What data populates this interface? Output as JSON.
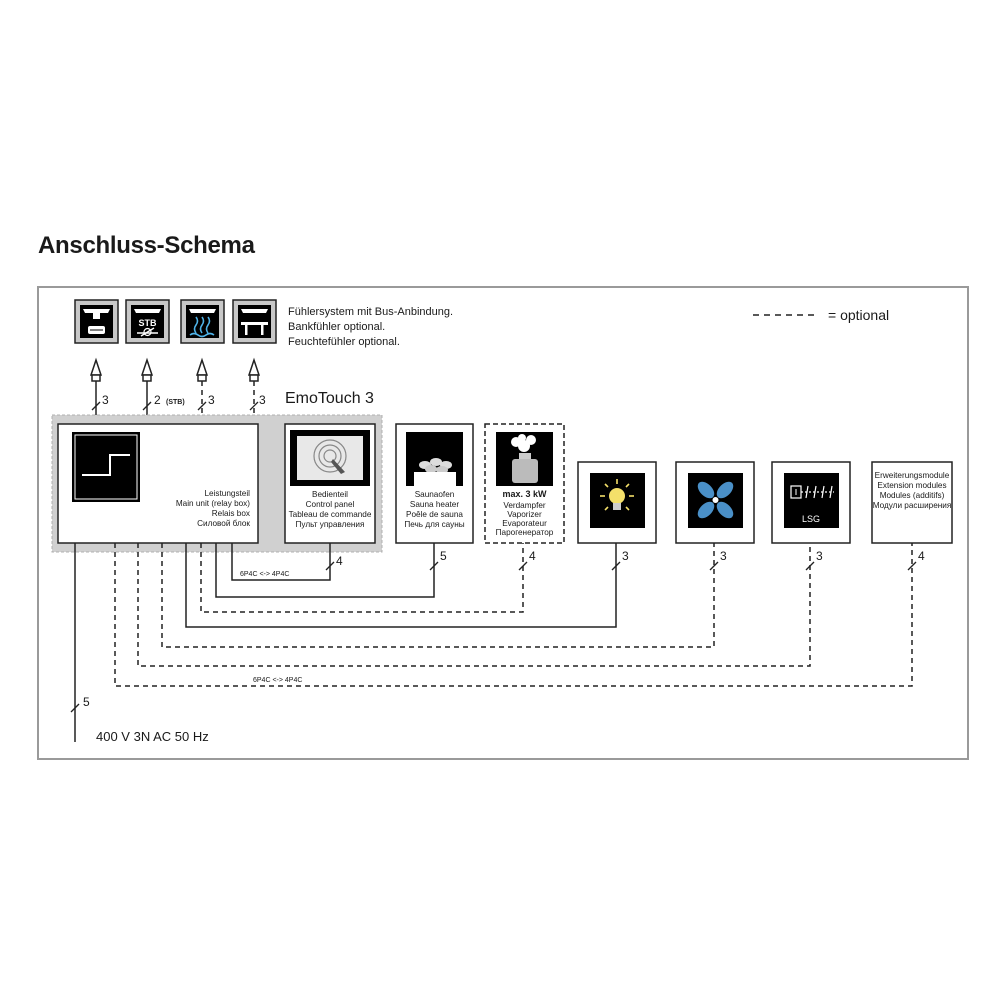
{
  "title": "Anschluss-Schema",
  "sensor_note": [
    "Fühlersystem mit Bus-Anbindung.",
    "Bankfühler optional.",
    "Feuchtefühler optional."
  ],
  "legend": {
    "label": "= optional"
  },
  "sensors": [
    {
      "icon": "temperature-sensor-icon",
      "wire_count": "3",
      "optional": false
    },
    {
      "icon": "stb-sensor-icon",
      "label": "STB",
      "wire_count": "2",
      "wire_note": "(STB)",
      "optional": false
    },
    {
      "icon": "humidity-sensor-icon",
      "wire_count": "3",
      "optional": true
    },
    {
      "icon": "bench-sensor-icon",
      "wire_count": "3",
      "optional": true
    }
  ],
  "emotouch_label": "EmoTouch 3",
  "main_unit": {
    "icon": "relay-box-icon",
    "lines": [
      "Leistungsteil",
      "Main unit (relay box)",
      "Relais box",
      "Силовой блок"
    ]
  },
  "control_panel": {
    "icon": "touch-panel-icon",
    "lines": [
      "Bedienteil",
      "Control panel",
      "Tableau de commande",
      "Пульт управления"
    ],
    "wire_count": "4",
    "wire_note": "6P4C <-> 4P4C"
  },
  "devices": [
    {
      "id": "sauna-heater",
      "icon": "sauna-heater-icon",
      "lines": [
        "Saunaofen",
        "Sauna heater",
        "Poêle de sauna",
        "Печь для сауны"
      ],
      "wire_count": "5",
      "optional": false
    },
    {
      "id": "vaporizer",
      "icon": "vaporizer-icon",
      "badge": "max. 3 kW",
      "lines": [
        "Verdampfer",
        "Vaporizer",
        "Evaporateur",
        "Парогенератор"
      ],
      "wire_count": "4",
      "optional": true
    },
    {
      "id": "light",
      "icon": "light-bulb-icon",
      "wire_count": "3",
      "optional": false
    },
    {
      "id": "fan",
      "icon": "fan-icon",
      "wire_count": "3",
      "optional": true
    },
    {
      "id": "lsg",
      "icon": "lsg-relay-icon",
      "label": "LSG",
      "wire_count": "3",
      "optional": true
    },
    {
      "id": "extension",
      "lines": [
        "Erweiterungsmodule",
        "Extension modules",
        "Modules (additifs)",
        "Модули расширения"
      ],
      "wire_count": "4",
      "optional": true
    }
  ],
  "bus_note": "6P4C <-> 4P4C",
  "power": {
    "wire_count": "5",
    "label": "400 V 3N AC 50 Hz"
  }
}
